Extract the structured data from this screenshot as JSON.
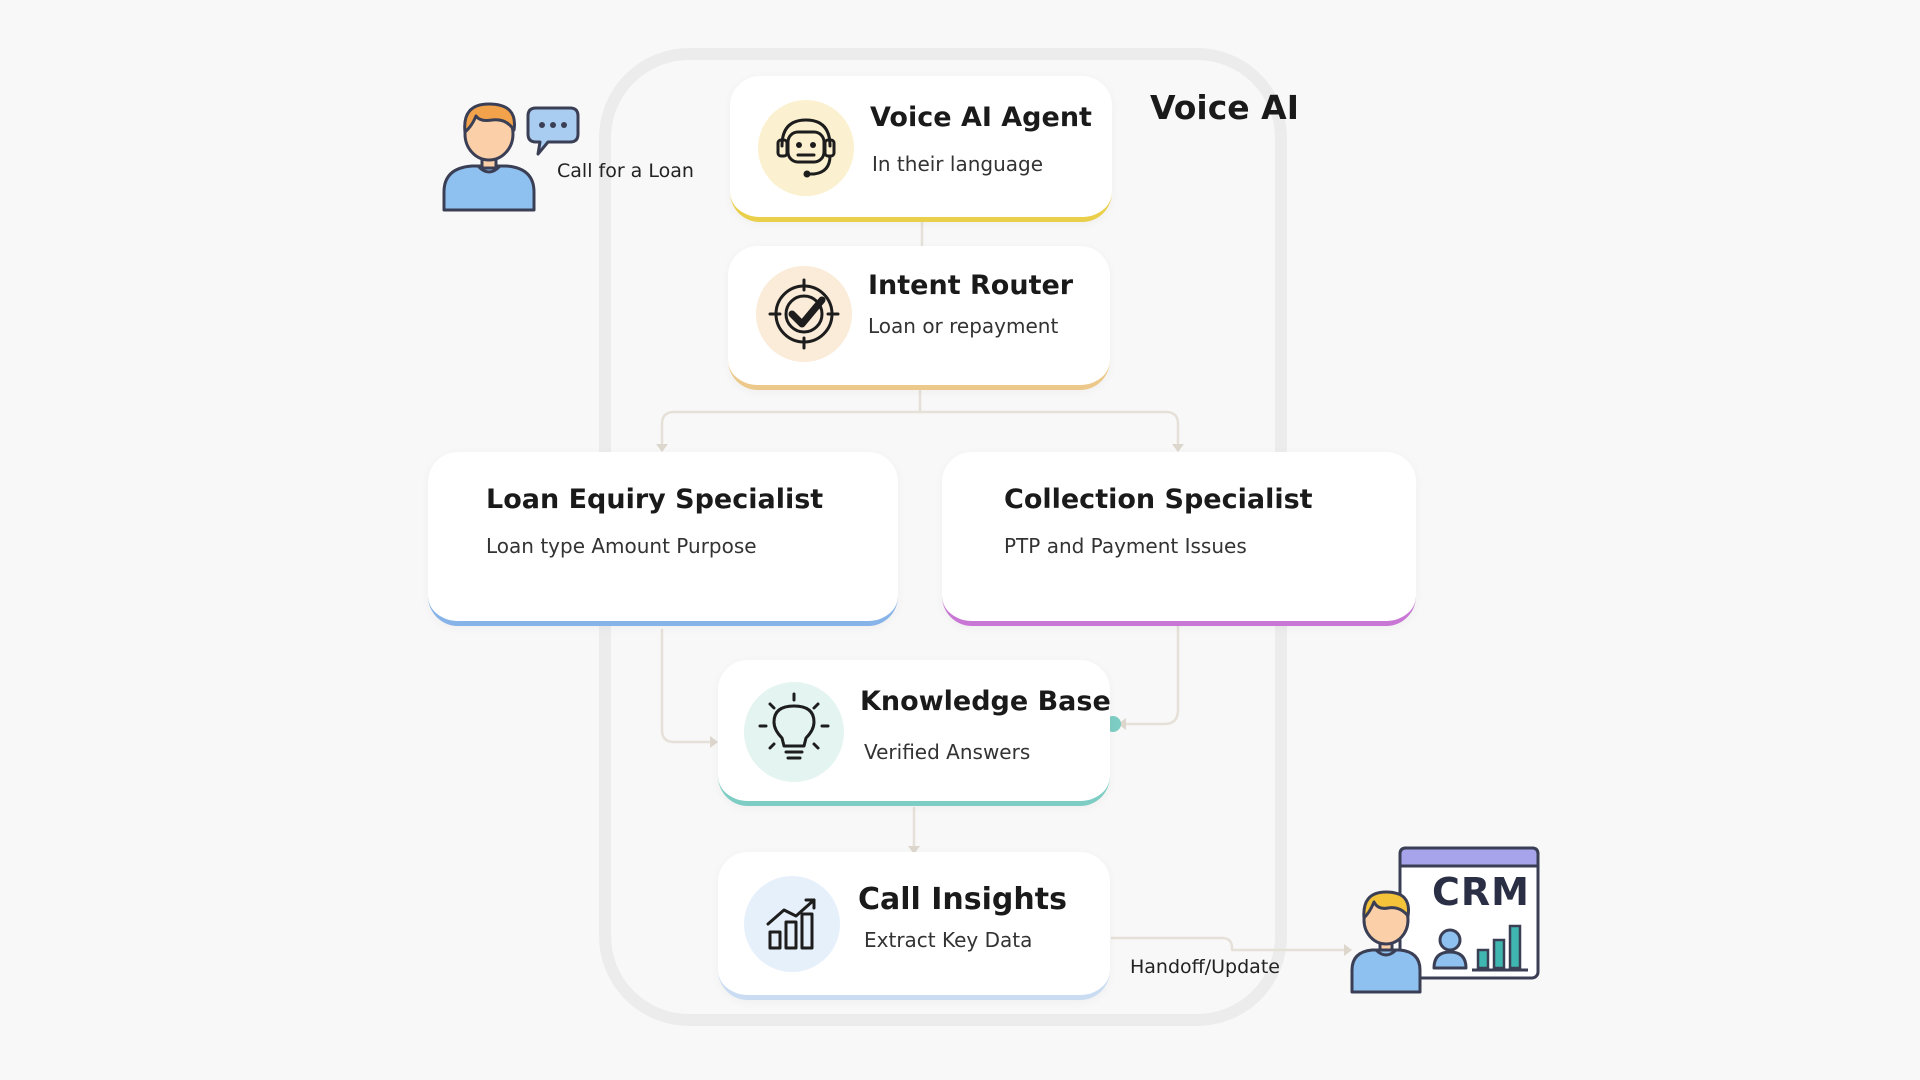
{
  "frame": {
    "title": "Voice AI"
  },
  "caller": {
    "label": "Call for a Loan"
  },
  "nodes": {
    "voice_agent": {
      "title": "Voice AI Agent",
      "subtitle": "In their language",
      "accent": "#e9cf4a",
      "icon_bg": "#fbf0cf",
      "icon": "headset-robot-icon"
    },
    "intent_router": {
      "title": "Intent Router",
      "subtitle": "Loan or repayment",
      "accent": "#ecc98a",
      "icon_bg": "#fbecd9",
      "icon": "target-check-icon"
    },
    "loan_specialist": {
      "title": "Loan Equiry Specialist",
      "subtitle": "Loan type Amount Purpose",
      "accent": "#86b3e8"
    },
    "collection_specialist": {
      "title": "Collection Specialist",
      "subtitle": "PTP and Payment Issues",
      "accent": "#c877d4"
    },
    "knowledge_base": {
      "title": "Knowledge Base",
      "subtitle": "Verified Answers",
      "accent": "#7ecdc4",
      "icon_bg": "#e3f4f1",
      "icon": "lightbulb-icon"
    },
    "call_insights": {
      "title": "Call Insights",
      "subtitle": "Extract Key Data",
      "accent": "#c9dcf2",
      "icon_bg": "#e6f0fb",
      "icon": "bar-chart-icon"
    }
  },
  "handoff": {
    "label": "Handoff/Update"
  },
  "crm": {
    "label": "CRM",
    "icon": "crm-dashboard-icon"
  }
}
